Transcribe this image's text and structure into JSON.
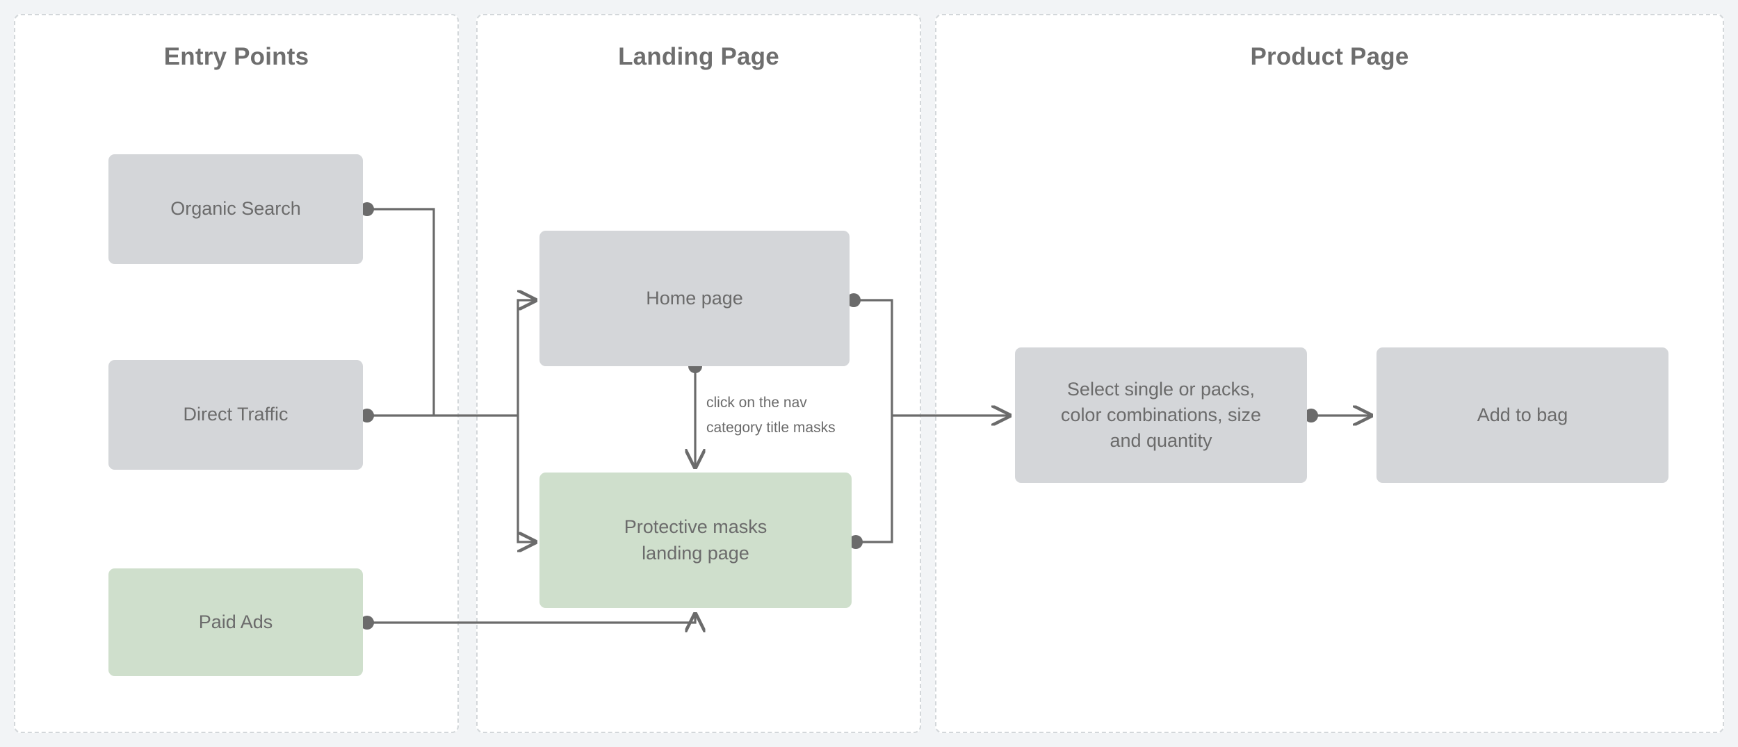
{
  "diagram": {
    "title_hidden": "",
    "panels": [
      {
        "id": "entry-points",
        "title": "Entry Points"
      },
      {
        "id": "landing-page",
        "title": "Landing Page"
      },
      {
        "id": "product-page",
        "title": "Product Page"
      }
    ],
    "nodes": [
      {
        "id": "organic-search",
        "label": "Organic Search",
        "color": "#d4d6d9",
        "panel": "entry-points"
      },
      {
        "id": "direct-traffic",
        "label": "Direct Traffic",
        "color": "#d4d6d9",
        "panel": "entry-points"
      },
      {
        "id": "paid-ads",
        "label": "Paid Ads",
        "color": "#cfdfcc",
        "panel": "entry-points"
      },
      {
        "id": "home-page",
        "label": "Home page",
        "color": "#d4d6d9",
        "panel": "landing-page"
      },
      {
        "id": "protective-masks-landing-page",
        "label": "Protective masks landing page",
        "color": "#cfdfcc",
        "panel": "landing-page"
      },
      {
        "id": "select-options",
        "label": "Select single or packs, color combinations, size and quantity",
        "color": "#d4d6d9",
        "panel": "product-page"
      },
      {
        "id": "add-to-bag",
        "label": "Add to bag",
        "color": "#d4d6d9",
        "panel": "product-page"
      }
    ],
    "edge_labels": [
      {
        "id": "nav-category",
        "line1": "click on the nav",
        "line2": "category title masks"
      }
    ],
    "edges": [
      {
        "from": "organic-search",
        "to": "home-page"
      },
      {
        "from": "organic-search",
        "to": "protective-masks-landing-page"
      },
      {
        "from": "direct-traffic",
        "to": "home-page"
      },
      {
        "from": "direct-traffic",
        "to": "protective-masks-landing-page"
      },
      {
        "from": "paid-ads",
        "to": "protective-masks-landing-page"
      },
      {
        "from": "home-page",
        "to": "protective-masks-landing-page",
        "label": "click on the nav category title masks"
      },
      {
        "from": "home-page",
        "to": "select-options"
      },
      {
        "from": "protective-masks-landing-page",
        "to": "select-options"
      },
      {
        "from": "select-options",
        "to": "add-to-bag"
      }
    ],
    "colors": {
      "background": "#f2f4f6",
      "panel_background": "#ffffff",
      "panel_border": "#d3d7da",
      "node_gray": "#d4d6d9",
      "node_green": "#cfdfcc",
      "text": "#6b6b6b",
      "title": "#6e6e6e",
      "connector": "#6b6b6b"
    }
  }
}
